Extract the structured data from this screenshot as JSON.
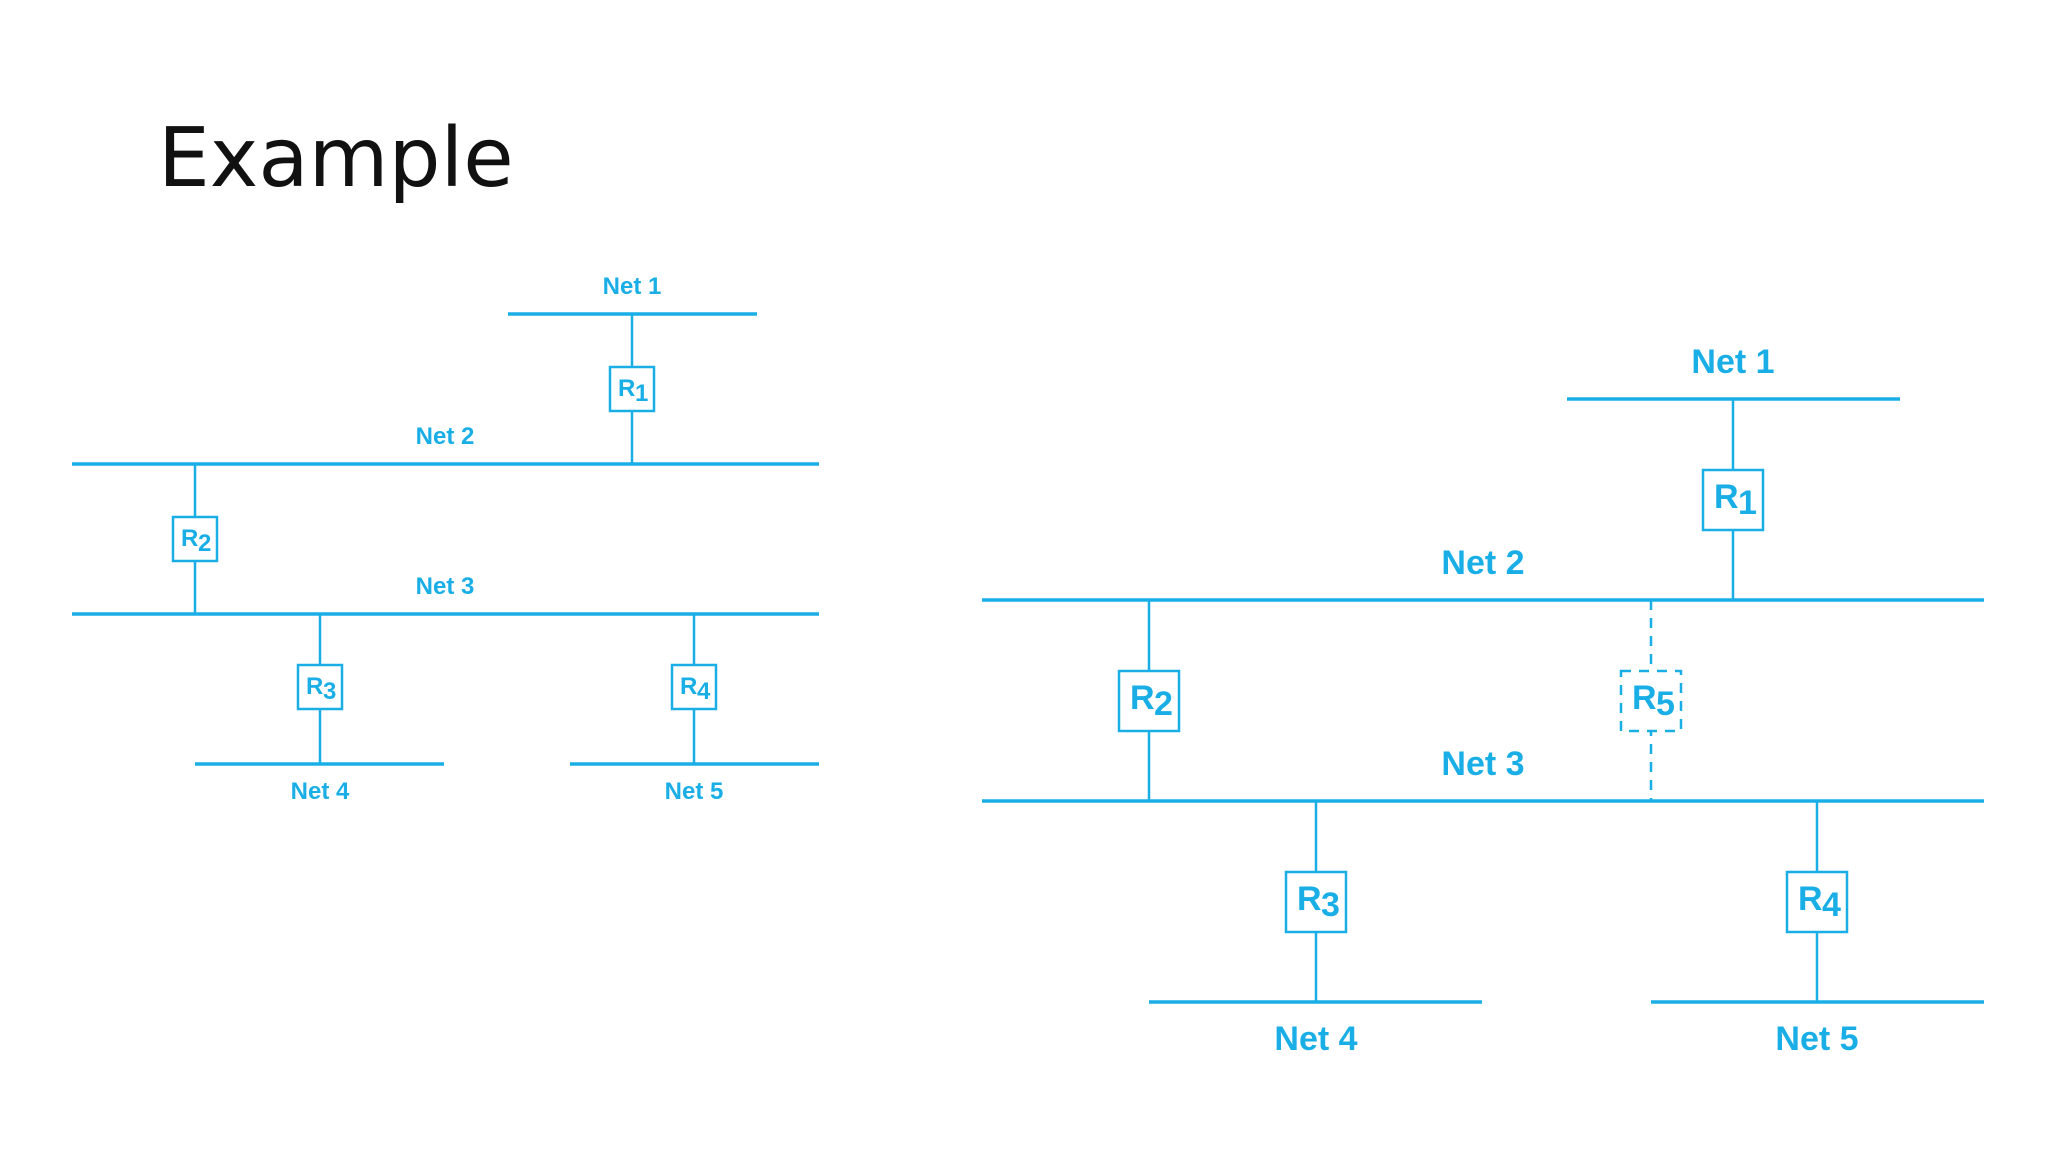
{
  "slide": {
    "title": "Example"
  },
  "diagram_left": {
    "nets": {
      "net1": "Net 1",
      "net2": "Net 2",
      "net3": "Net 3",
      "net4": "Net 4",
      "net5": "Net 5"
    },
    "routers": {
      "r1": {
        "letter": "R",
        "sub": "1"
      },
      "r2": {
        "letter": "R",
        "sub": "2"
      },
      "r3": {
        "letter": "R",
        "sub": "3"
      },
      "r4": {
        "letter": "R",
        "sub": "4"
      }
    }
  },
  "diagram_right": {
    "nets": {
      "net1": "Net 1",
      "net2": "Net 2",
      "net3": "Net 3",
      "net4": "Net 4",
      "net5": "Net 5"
    },
    "routers": {
      "r1": {
        "letter": "R",
        "sub": "1"
      },
      "r2": {
        "letter": "R",
        "sub": "2"
      },
      "r3": {
        "letter": "R",
        "sub": "3"
      },
      "r4": {
        "letter": "R",
        "sub": "4"
      },
      "r5": {
        "letter": "R",
        "sub": "5"
      }
    }
  },
  "colors": {
    "accent": "#1aaee6",
    "title": "#111111",
    "background": "#ffffff"
  }
}
